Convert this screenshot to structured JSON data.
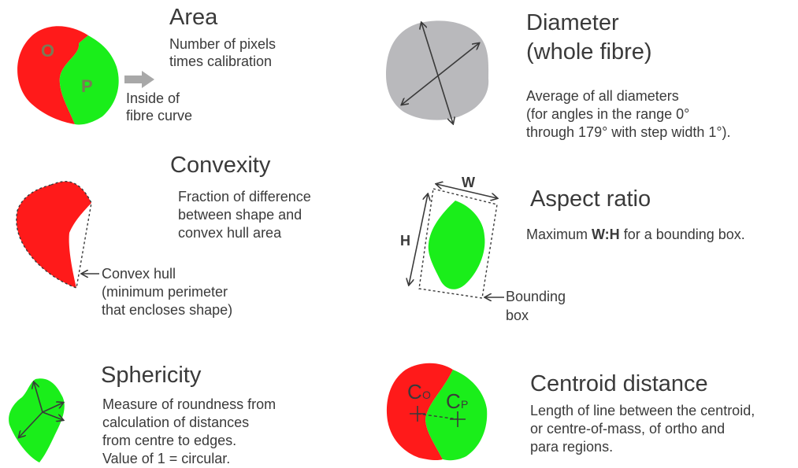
{
  "panels": {
    "area": {
      "title": "Area",
      "desc": [
        "Number of pixels",
        "times calibration"
      ],
      "region_o": "O",
      "region_p": "P",
      "note": [
        "Inside of",
        "fibre curve"
      ]
    },
    "diameter": {
      "title": [
        "Diameter",
        "(whole fibre)"
      ],
      "desc": [
        "Average of all diameters",
        "(for angles in the range 0°",
        "through 179° with step width 1°)."
      ]
    },
    "convexity": {
      "title": "Convexity",
      "desc": [
        "Fraction of difference",
        "between shape and",
        "convex hull area"
      ],
      "note": [
        "Convex hull",
        "(minimum perimeter",
        "that encloses shape)"
      ]
    },
    "aspect": {
      "title": "Aspect ratio",
      "desc_prefix": "Maximum ",
      "desc_bold": "W:H",
      "desc_suffix": " for a bounding box.",
      "label_w": "W",
      "label_h": "H",
      "note": [
        "Bounding",
        "box"
      ]
    },
    "sphericity": {
      "title": "Sphericity",
      "desc": [
        "Measure of roundness from",
        "calculation of distances",
        "from centre to edges.",
        "Value of 1 = circular."
      ]
    },
    "centroid": {
      "title": "Centroid distance",
      "desc": [
        "Length of line between the centroid,",
        "or centre-of-mass, of ortho and",
        "para regions."
      ],
      "label_c": "C",
      "sub_o": "O",
      "sub_p": "P"
    }
  },
  "colors": {
    "ortho_red": "#ff1a1a",
    "para_green": "#1aee1a",
    "fibre_grey": "#b9b9bc",
    "arrow_grey": "#a8a8a8",
    "region_label": "#7a7a55",
    "line": "#3a3a3a"
  }
}
